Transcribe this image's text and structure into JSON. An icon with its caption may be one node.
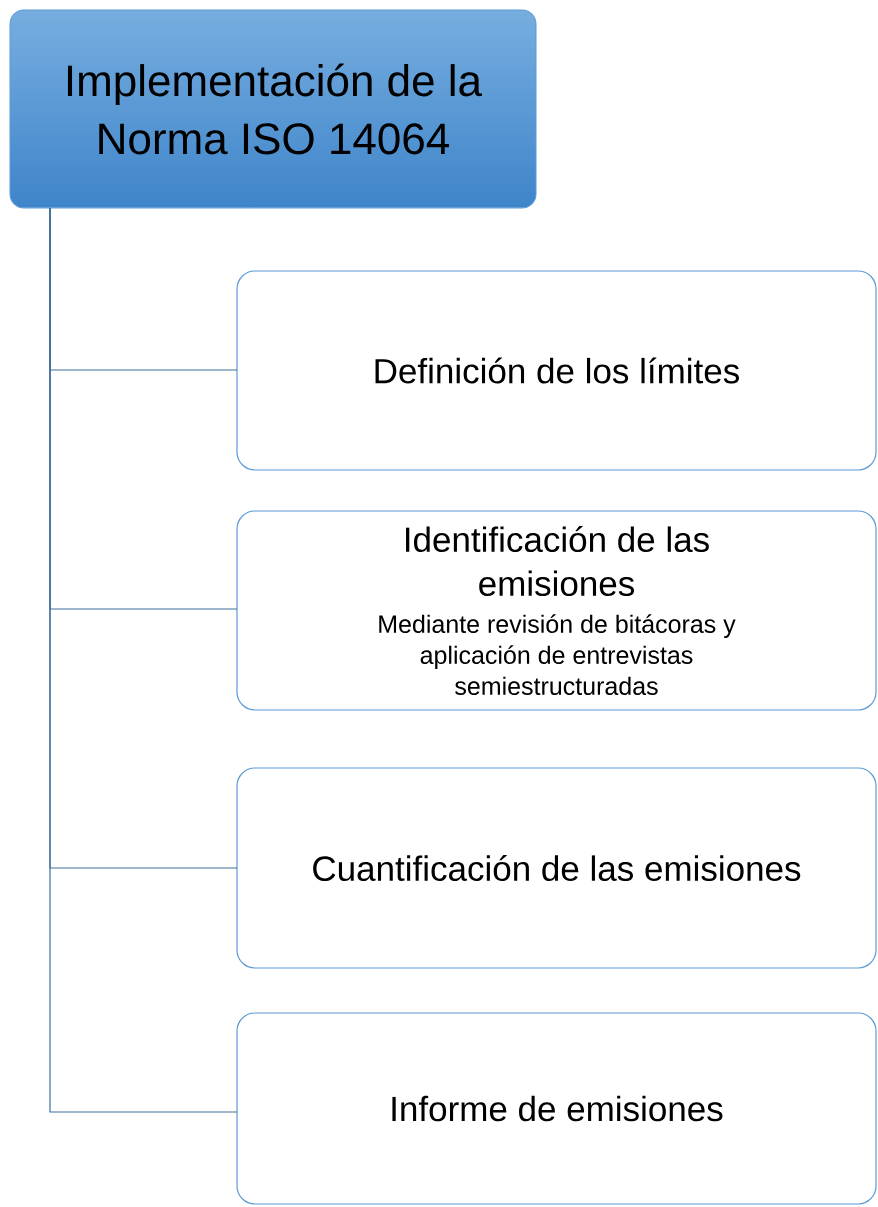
{
  "diagram": {
    "nodes": [
      {
        "text": [
          "Implementación de la Norma ISO 14064"
        ]
      },
      {
        "text": [
          "Definición de los límites"
        ]
      },
      {
        "text": [
          "Identificación de las emisiones",
          "Mediante revisión de bitácoras y aplicación de entrevistas semiestructuradas"
        ]
      },
      {
        "text": [
          "Cuantificación de las emisiones"
        ]
      },
      {
        "text": [
          "Informe de emisiones"
        ]
      }
    ],
    "edges": [
      {
        "from": 0,
        "to": 1,
        "arrow": "none"
      },
      {
        "from": 0,
        "to": 2,
        "arrow": "none"
      },
      {
        "from": 0,
        "to": 3,
        "arrow": "none"
      },
      {
        "from": 0,
        "to": 4,
        "arrow": "none"
      }
    ]
  }
}
